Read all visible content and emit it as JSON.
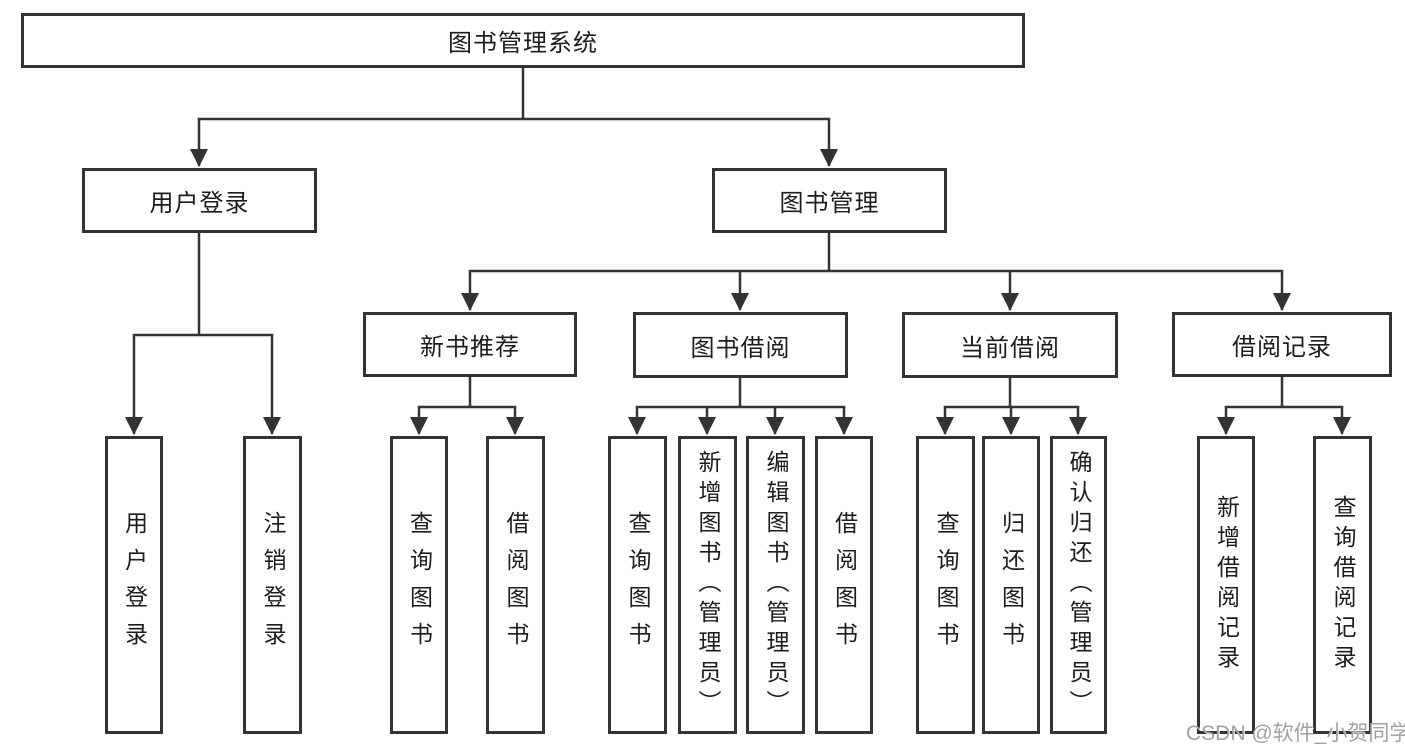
{
  "tree": {
    "label": "图书管理系统",
    "children": [
      {
        "label": "用户登录",
        "children": [
          {
            "label": "用户登录"
          },
          {
            "label": "注销登录"
          }
        ]
      },
      {
        "label": "图书管理",
        "children": [
          {
            "label": "新书推荐",
            "children": [
              {
                "label": "查询图书"
              },
              {
                "label": "借阅图书"
              }
            ]
          },
          {
            "label": "图书借阅",
            "children": [
              {
                "label": "查询图书"
              },
              {
                "label": "新增图书（管理员）"
              },
              {
                "label": "编辑图书（管理员）"
              },
              {
                "label": "借阅图书"
              }
            ]
          },
          {
            "label": "当前借阅",
            "children": [
              {
                "label": "查询图书"
              },
              {
                "label": "归还图书"
              },
              {
                "label": "确认归还（管理员）"
              }
            ]
          },
          {
            "label": "借阅记录",
            "children": [
              {
                "label": "新增借阅记录"
              },
              {
                "label": "查询借阅记录"
              }
            ]
          }
        ]
      }
    ]
  },
  "watermark": {
    "text": "CSDN @软件_小贺同学"
  },
  "colors": {
    "line": "#333333",
    "text": "#1d1d1d",
    "background": "#ffffff",
    "watermark": "#a2a2a2"
  }
}
